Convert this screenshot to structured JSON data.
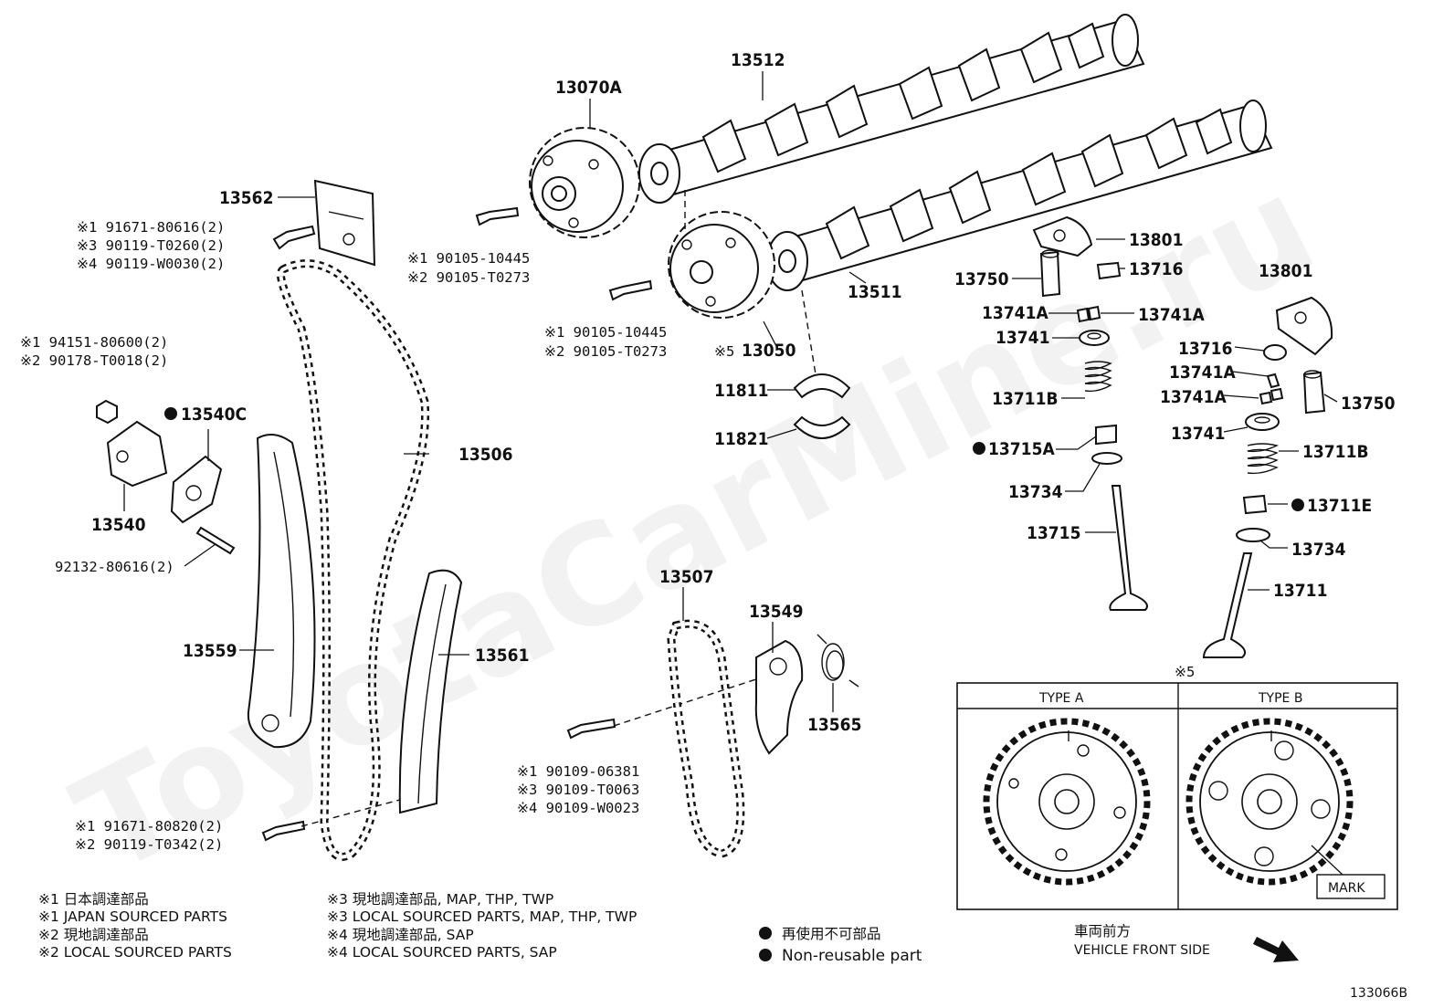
{
  "labels": {
    "p13512": "13512",
    "p13070A": "13070A",
    "p13562": "13562",
    "p13511": "13511",
    "p13801a": "13801",
    "p13750a": "13750",
    "p13716a": "13716",
    "p13741A_1": "13741A",
    "p13741A_2": "13741A",
    "p13741a": "13741",
    "p13711Ba": "13711B",
    "p13715A": "13715A",
    "p13734a": "13734",
    "p13715": "13715",
    "p13801b": "13801",
    "p13716b": "13716",
    "p13741A_3": "13741A",
    "p13741A_4": "13741A",
    "p13750b": "13750",
    "p13741b": "13741",
    "p13711Bb": "13711B",
    "p13711E": "13711E",
    "p13734b": "13734",
    "p13711": "13711",
    "p13540C": "13540C",
    "p13540": "13540",
    "p13506": "13506",
    "p13050": "13050",
    "p13050_mark": "※5",
    "p11811": "11811",
    "p11821": "11821",
    "p13507": "13507",
    "p13549": "13549",
    "p13559": "13559",
    "p13561": "13561",
    "p13565": "13565"
  },
  "codes": {
    "g1": [
      "※1 91671-80616(2)",
      "※3 90119-T0260(2)",
      "※4 90119-W0030(2)"
    ],
    "g2": [
      "※1 90105-10445",
      "※2 90105-T0273"
    ],
    "g3": [
      "※1 90105-10445",
      "※2 90105-T0273"
    ],
    "g4": [
      "※1 94151-80600(2)",
      "※2 90178-T0018(2)"
    ],
    "g5": [
      "92132-80616(2)"
    ],
    "g6": [
      "※1 90109-06381",
      "※3 90109-T0063",
      "※4 90109-W0023"
    ],
    "g7": [
      "※1 91671-80820(2)",
      "※2 90119-T0342(2)"
    ]
  },
  "legend": {
    "left": [
      "※1 日本調達部品",
      "※1 JAPAN SOURCED PARTS",
      "※2 現地調達部品",
      "※2 LOCAL SOURCED PARTS"
    ],
    "mid": [
      "※3 現地調達部品, MAP, THP, TWP",
      "※3 LOCAL SOURCED PARTS, MAP, THP, TWP",
      "※4 現地調達部品, SAP",
      "※4 LOCAL SOURCED PARTS, SAP"
    ],
    "nonreuse_jp": "再使用不可部品",
    "nonreuse_en": "Non-reusable part"
  },
  "inset": {
    "mark": "※5",
    "type_a": "TYPE A",
    "type_b": "TYPE B",
    "mark_label": "MARK"
  },
  "front": {
    "jp": "車両前方",
    "en": "VEHICLE FRONT SIDE"
  },
  "diagram_id": "133066B",
  "watermark": "ToyotaCarMine.ru"
}
